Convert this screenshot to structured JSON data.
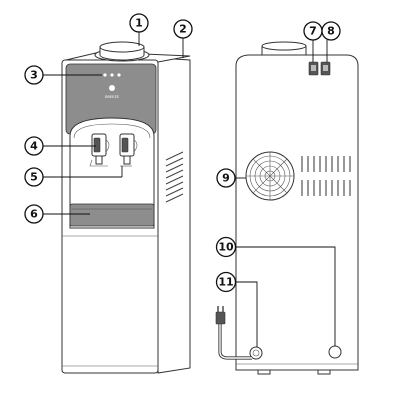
{
  "callouts": {
    "c1": "1",
    "c2": "2",
    "c3": "3",
    "c4": "4",
    "c5": "5",
    "c6": "6",
    "c7": "7",
    "c8": "8",
    "c9": "9",
    "c10": "10",
    "c11": "11"
  },
  "logo_text": "BREEZE",
  "colors": {
    "line": "#333333",
    "panel": "#8d8d8d",
    "callout": "#111111"
  }
}
